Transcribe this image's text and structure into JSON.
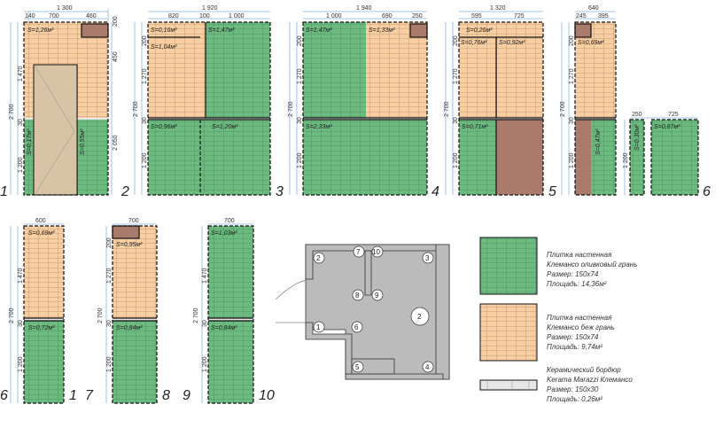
{
  "colors": {
    "green_tile": "#6dba80",
    "beige_tile": "#f8cfa2",
    "brown": "#a97b6c",
    "border": "#e6e6e6",
    "dim_line": "#8ab4e0",
    "marker": "#e02020"
  },
  "e12": {
    "n1": "1",
    "n2": "2",
    "total": "1 300",
    "w": [
      "140",
      "700",
      "460"
    ],
    "right": [
      "200",
      "450",
      "2 050"
    ],
    "left": [
      "1 470",
      "2 700",
      "30",
      "1 200"
    ],
    "areas": [
      "S=1,26м²",
      "S=0,17м²",
      "S=0,55м²"
    ]
  },
  "e3": {
    "n": "3",
    "total": "1 920",
    "w": [
      "820",
      "100",
      "1 000"
    ],
    "left": [
      "200",
      "1 270",
      "2 700",
      "30",
      "1 200"
    ],
    "areas": [
      "S=0,16м²",
      "S=1,04м²",
      "S=1,47м²",
      "S=0,96м²",
      "S=1,20м²"
    ]
  },
  "e4": {
    "n": "4",
    "total": "1 940",
    "w": [
      "1 000",
      "690",
      "250"
    ],
    "left": [
      "200",
      "1 270",
      "2 700",
      "30",
      "1 200"
    ],
    "areas": [
      "S=1,47м²",
      "S=1,33м²",
      "S=2,33м²"
    ]
  },
  "e5": {
    "n": "5",
    "total": "1 320",
    "w": [
      "595",
      "725"
    ],
    "left": [
      "200",
      "1 270",
      "2 700",
      "30",
      "1 200"
    ],
    "areas": [
      "S=0,26м²",
      "S=0,76м²",
      "S=0,92м²",
      "S=0,71м²"
    ]
  },
  "e6": {
    "n": "6",
    "total": "640",
    "w": [
      "245",
      "395"
    ],
    "left": [
      "200",
      "1 270",
      "2 700",
      "30",
      "1 200"
    ],
    "areas": [
      "S=0,69м²",
      "S=0,47м²"
    ],
    "w2": [
      "250",
      "725"
    ],
    "left2": "1 200",
    "areas2": [
      "S=0,30м²",
      "S=0,87м²"
    ]
  },
  "e61": {
    "n1": "6",
    "n2": "1",
    "w": "600",
    "left": [
      "1 470",
      "2 700",
      "30",
      "1 200"
    ],
    "areas": [
      "S=0,69м²",
      "S=0,72м²"
    ]
  },
  "e78": {
    "n1": "7",
    "n2": "8",
    "w": "700",
    "left": [
      "200",
      "1 270",
      "2 700",
      "30",
      "1 200"
    ],
    "areas": [
      "S=0,95м²",
      "S=0,84м²"
    ]
  },
  "e910": {
    "n1": "9",
    "n2": "10",
    "w": "700",
    "left": [
      "1 470",
      "2 700",
      "30",
      "1 200"
    ],
    "areas": [
      "S=1,03м²",
      "S=0,84м²"
    ]
  },
  "plan": {
    "points": [
      "1",
      "2",
      "3",
      "4",
      "5",
      "6",
      "7",
      "8",
      "9",
      "10"
    ],
    "room": "2"
  },
  "legend": [
    {
      "title": "Плитка настенная",
      "name": "Клемансо оливковый грань",
      "size": "Размер: 150x74",
      "area": "Площадь: 14,36м²"
    },
    {
      "title": "Плитка настенная",
      "name": "Клемансо беж грань",
      "size": "Размер: 150x74",
      "area": "Площадь: 9,74м²"
    },
    {
      "title": "Керамический бордюр",
      "name": "Kerama Marazzi Клемансо",
      "size": "Размер: 150x30",
      "area": "Площадь: 0,26м²"
    }
  ]
}
